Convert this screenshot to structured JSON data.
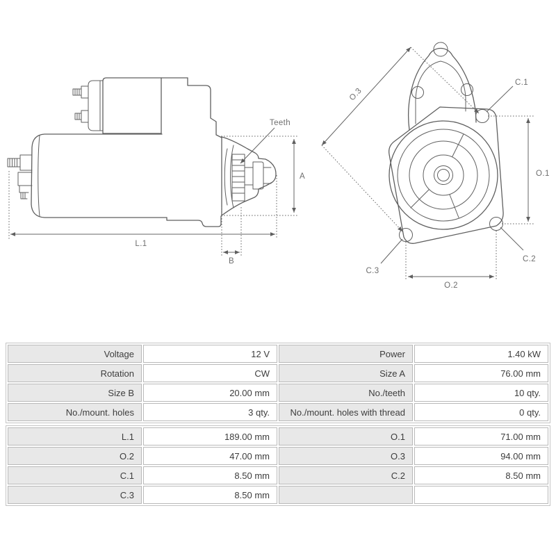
{
  "drawing": {
    "line_color": "#5f5f5f",
    "label_color": "#6e6e6e",
    "side_view": {
      "labels": {
        "teeth": "Teeth",
        "a": "A",
        "l1": "L.1",
        "b": "B"
      }
    },
    "front_view": {
      "labels": {
        "o3": "O.3",
        "c1": "C.1",
        "o1": "O.1",
        "c2": "C.2",
        "c3": "C.3",
        "o2": "O.2"
      }
    }
  },
  "spec_table": {
    "colors": {
      "label_bg": "#e8e8e8",
      "border": "#b9b9b9",
      "text": "#3d3d3d"
    },
    "groups": [
      {
        "rows": [
          {
            "label": "Voltage",
            "value": "12 V",
            "label2": "Power",
            "value2": "1.40 kW"
          },
          {
            "label": "Rotation",
            "value": "CW",
            "label2": "Size A",
            "value2": "76.00 mm"
          },
          {
            "label": "Size B",
            "value": "20.00 mm",
            "label2": "No./teeth",
            "value2": "10 qty."
          },
          {
            "label": "No./mount. holes",
            "value": "3 qty.",
            "label2": "No./mount. holes with thread",
            "value2": "0 qty."
          }
        ]
      },
      {
        "rows": [
          {
            "label": "L.1",
            "value": "189.00 mm",
            "label2": "O.1",
            "value2": "71.00 mm"
          },
          {
            "label": "O.2",
            "value": "47.00 mm",
            "label2": "O.3",
            "value2": "94.00 mm"
          },
          {
            "label": "C.1",
            "value": "8.50 mm",
            "label2": "C.2",
            "value2": "8.50 mm"
          },
          {
            "label": "C.3",
            "value": "8.50 mm",
            "label2": "",
            "value2": ""
          }
        ]
      }
    ]
  }
}
